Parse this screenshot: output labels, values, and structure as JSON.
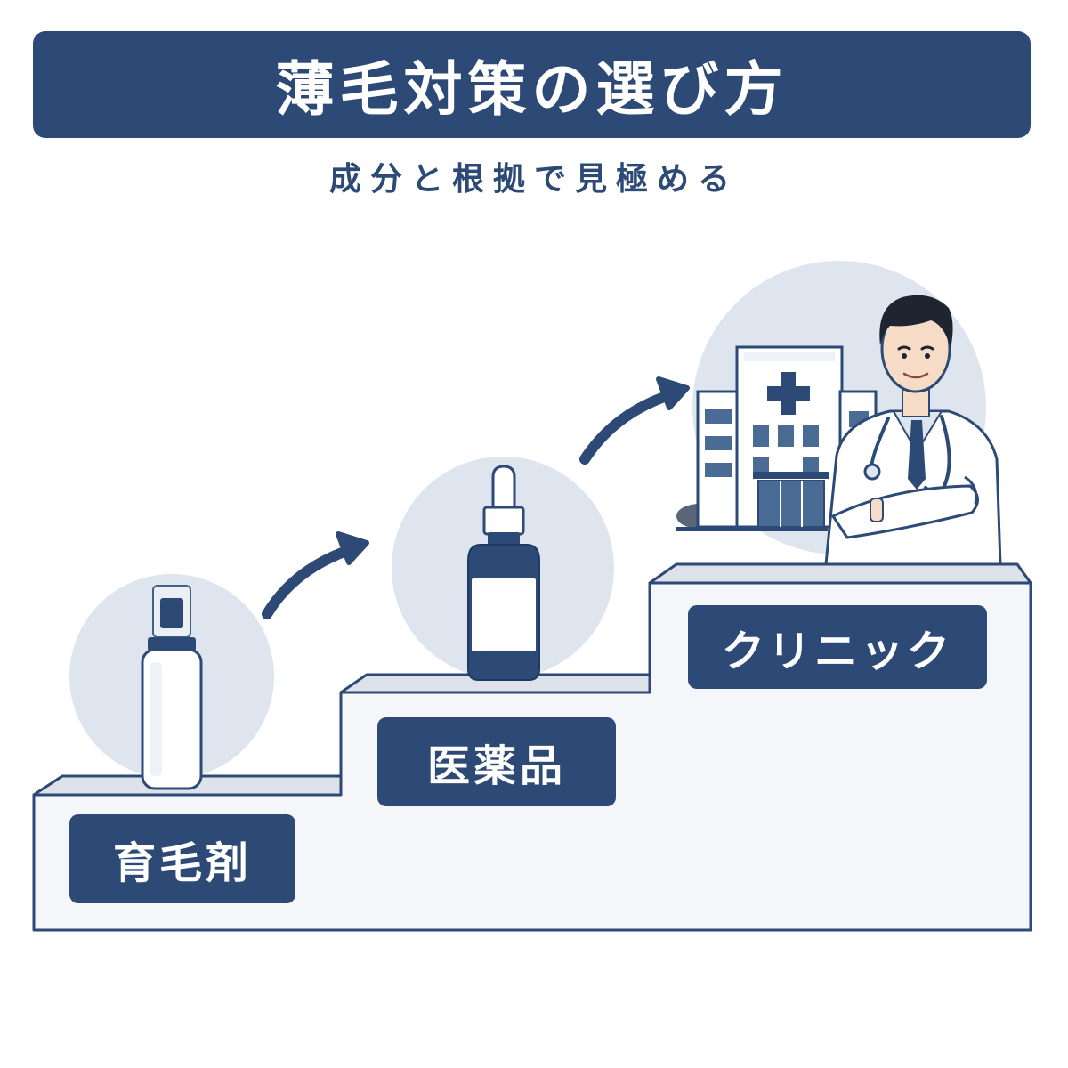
{
  "header": {
    "title": "薄毛対策の選び方",
    "subtitle": "成分と根拠で見極める"
  },
  "steps": [
    {
      "label": "育毛剤",
      "icon": "spray-bottle-icon"
    },
    {
      "label": "医薬品",
      "icon": "dropper-bottle-icon"
    },
    {
      "label": "クリニック",
      "icon": "hospital-doctor-icon"
    }
  ],
  "colors": {
    "navy": "#2c4a75",
    "circle": "#dfe5ee",
    "step_face": "#f3f4f7",
    "step_top": "#dde2ea",
    "outline": "#2c4a75",
    "white": "#ffffff"
  }
}
